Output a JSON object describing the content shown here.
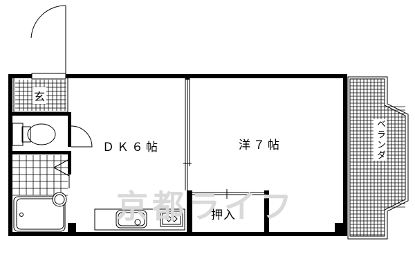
{
  "floorplan": {
    "rooms": {
      "entrance": "玄",
      "dk": "ＤＫ６帖",
      "western_room": "洋７帖",
      "closet": "押入",
      "balcony": "ベランダ"
    },
    "watermark": "京都ライフ",
    "colors": {
      "wall": "#000000",
      "line": "#000000",
      "watermark": "#d9d9d9",
      "background": "#ffffff"
    }
  }
}
